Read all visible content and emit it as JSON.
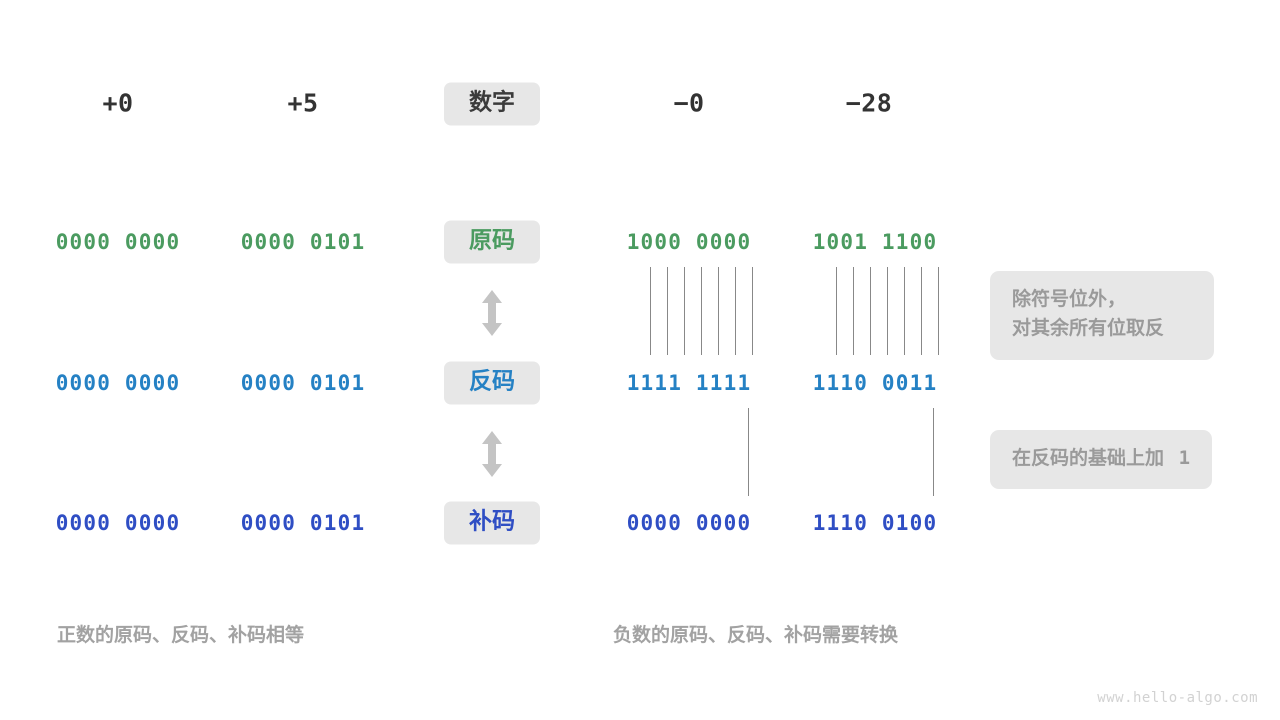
{
  "meta": {
    "watermark": "www.hello-algo.com",
    "colors": {
      "green": "#4b9b60",
      "blue": "#2581c4",
      "indigo": "#2f4ec4",
      "badge_bg": "#e7e7e7",
      "muted_text": "#9a9a9a",
      "line": "#888888",
      "background": "#ffffff"
    }
  },
  "row_labels": {
    "header": "数字",
    "sign_magnitude": "原码",
    "ones_complement": "反码",
    "twos_complement": "补码"
  },
  "columns": [
    {
      "key": "pos_zero",
      "header": "+0"
    },
    {
      "key": "pos_five",
      "header": "+5"
    },
    {
      "key": "neg_zero",
      "header": "−0"
    },
    {
      "key": "neg_28",
      "header": "−28"
    }
  ],
  "rows": [
    {
      "key": "sign_magnitude",
      "label": "原码",
      "color": "green",
      "values": [
        "0000 0000",
        "0000 0101",
        "1000 0000",
        "1001 1100"
      ]
    },
    {
      "key": "ones_complement",
      "label": "反码",
      "color": "blue",
      "values": [
        "0000 0000",
        "0000 0101",
        "1111 1111",
        "1110 0011"
      ]
    },
    {
      "key": "twos_complement",
      "label": "补码",
      "color": "indigo",
      "values": [
        "0000 0000",
        "0000 0101",
        "0000 0000",
        "1110 0100"
      ]
    }
  ],
  "arrows": {
    "glyph": "up-down-arrow",
    "count": 2
  },
  "notes": [
    {
      "key": "invert_bits",
      "line1": "除符号位外，",
      "line2": "对其余所有位取反"
    },
    {
      "key": "add_one",
      "text": "在反码的基础上加",
      "value": "1"
    }
  ],
  "captions": {
    "left": "正数的原码、反码、补码相等",
    "right": "负数的原码、反码、补码需要转换"
  }
}
